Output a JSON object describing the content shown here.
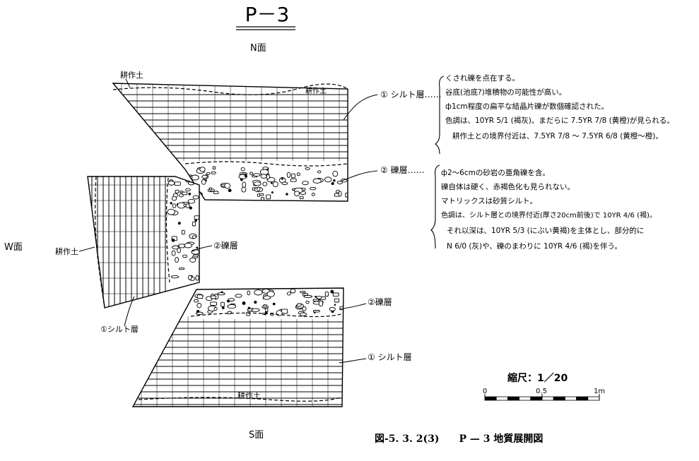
{
  "title": "P－3",
  "face_labels": {
    "north": "N面",
    "west": "W面",
    "south": "S面"
  },
  "layer_labels": {
    "north_topsoil": "耕作土",
    "north_topsoil_inner": "耕作土",
    "north_silt": "① シルト層……",
    "north_gravel": "② 礫層……",
    "west_topsoil": "耕作土",
    "west_gravel": "②礫層",
    "west_silt": "①シルト層",
    "south_gravel": "②礫層",
    "south_silt": "① シルト層",
    "south_topsoil": "耕作土"
  },
  "notes": {
    "silt": [
      "くされ礫を点在する。",
      "谷底(池底?)堆積物の可能性が高い。",
      "ф1cm程度の扁平な結晶片礫が数個確認された。",
      "色調は、10YR 5/1 (褐灰)。まだらに 7.5YR 7/8 (黄橙)が見られる。",
      "耕作土との境界付近は、7.5YR 7/8 ～ 7.5YR 6/8 (黄橙～橙)。"
    ],
    "gravel": [
      "ф2～6cmの砂岩の亜角礫を含。",
      "礫自体は硬く、赤褐色化も見られない。",
      "マトリックスは砂質シルト。",
      "色調は、シルト層との境界付近(厚さ20cm前後)で 10YR 4/6 (褐)。",
      "それ以深は、10YR 5/3 (にぶい黄褐)を主体とし、部分的に",
      "N 6/0 (灰)や、礫のまわりに 10YR 4/6 (褐)を伴う。"
    ]
  },
  "scale": {
    "label": "縮尺：1／20",
    "ticks": [
      "0",
      "0.5",
      "1m"
    ]
  },
  "caption": "図-5. 3. 2(3)　　P — 3 地質展開図"
}
